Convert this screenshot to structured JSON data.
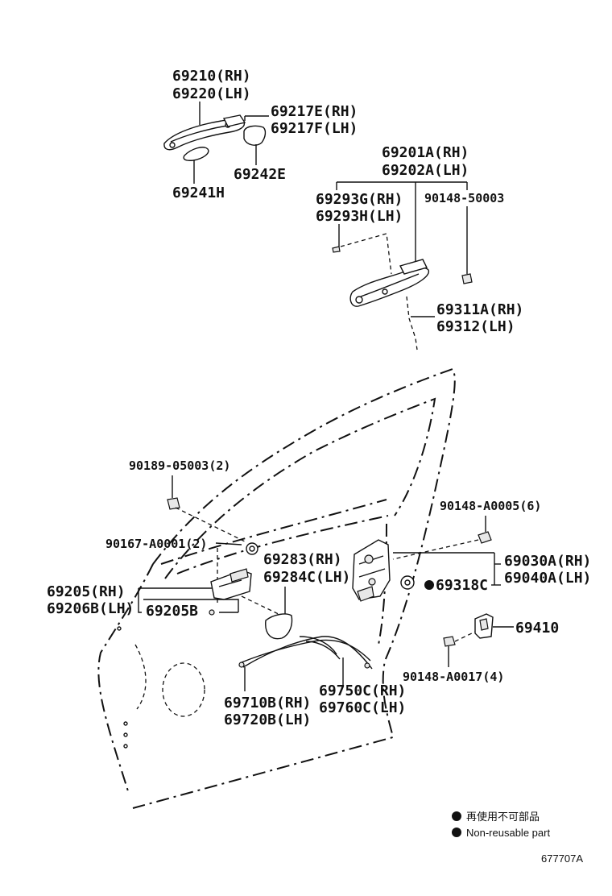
{
  "labels": {
    "p69210": "69210(RH)",
    "p69220": "69220(LH)",
    "p69217e": "69217E(RH)",
    "p69217f": "69217F(LH)",
    "p69242e": "69242E",
    "p69241h": "69241H",
    "p69201a": "69201A(RH)",
    "p69202a": "69202A(LH)",
    "p69293g": "69293G(RH)",
    "p69293h": "69293H(LH)",
    "p90148_50003": "90148-50003",
    "p69311a": "69311A(RH)",
    "p69312": "69312(LH)",
    "p90189": "90189-05003(2)",
    "p90148_a0005": "90148-A0005(6)",
    "p90167": "90167-A0001(2)",
    "p69283": "69283(RH)",
    "p69284c": "69284C(LH)",
    "p69030a": "69030A(RH)",
    "p69040a": "69040A(LH)",
    "p69205rh": "69205(RH)",
    "p69206b": "69206B(LH)",
    "p69205b": "69205B",
    "p69318c": "69318C",
    "p69410": "69410",
    "p90148_a0017": "90148-A0017(4)",
    "p69710b": "69710B(RH)",
    "p69720b": "69720B(LH)",
    "p69750c": "69750C(RH)",
    "p69760c": "69760C(LH)"
  },
  "legend": {
    "line1": "再使用不可部品",
    "line2": "Non-reusable part"
  },
  "figure_code": "677707A"
}
